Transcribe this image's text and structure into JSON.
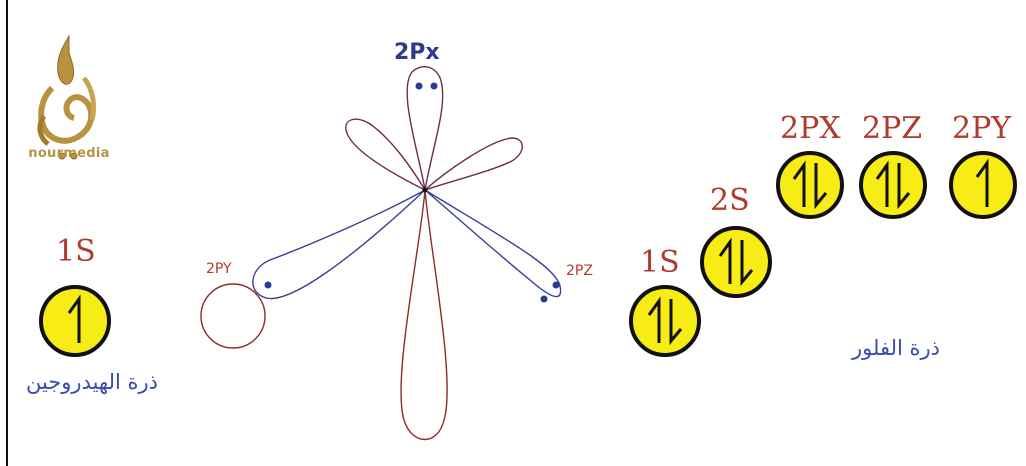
{
  "brand": {
    "logo_text": "nourmedia",
    "logo_color": "#b8933f"
  },
  "colors": {
    "orbital_outline": "#8b2c2c",
    "orbital_outline_alt": "#3b3f8f",
    "electron_dot": "#2a3a9a",
    "label_red": "#b03a2e",
    "label_blue": "#2f3a8f",
    "arabic_blue": "#3a4bb0",
    "circle_fill": "#f7ec15",
    "circle_stroke": "#111111"
  },
  "hydrogen": {
    "orbital_label": "1S",
    "caption": "ذرة الهيدروجين",
    "boxes": [
      {
        "label": "1S",
        "arrows": "up"
      }
    ]
  },
  "orbital_shape": {
    "top_label": "2Px",
    "left_label": "2PY",
    "right_label": "2PZ"
  },
  "fluorine": {
    "caption": "ذرة الفلور",
    "boxes": [
      {
        "label": "1S",
        "arrows": "up-down"
      },
      {
        "label": "2S",
        "arrows": "up-down"
      },
      {
        "label": "2PX",
        "arrows": "up-down"
      },
      {
        "label": "2PZ",
        "arrows": "up-down"
      },
      {
        "label": "2PY",
        "arrows": "up"
      }
    ]
  }
}
